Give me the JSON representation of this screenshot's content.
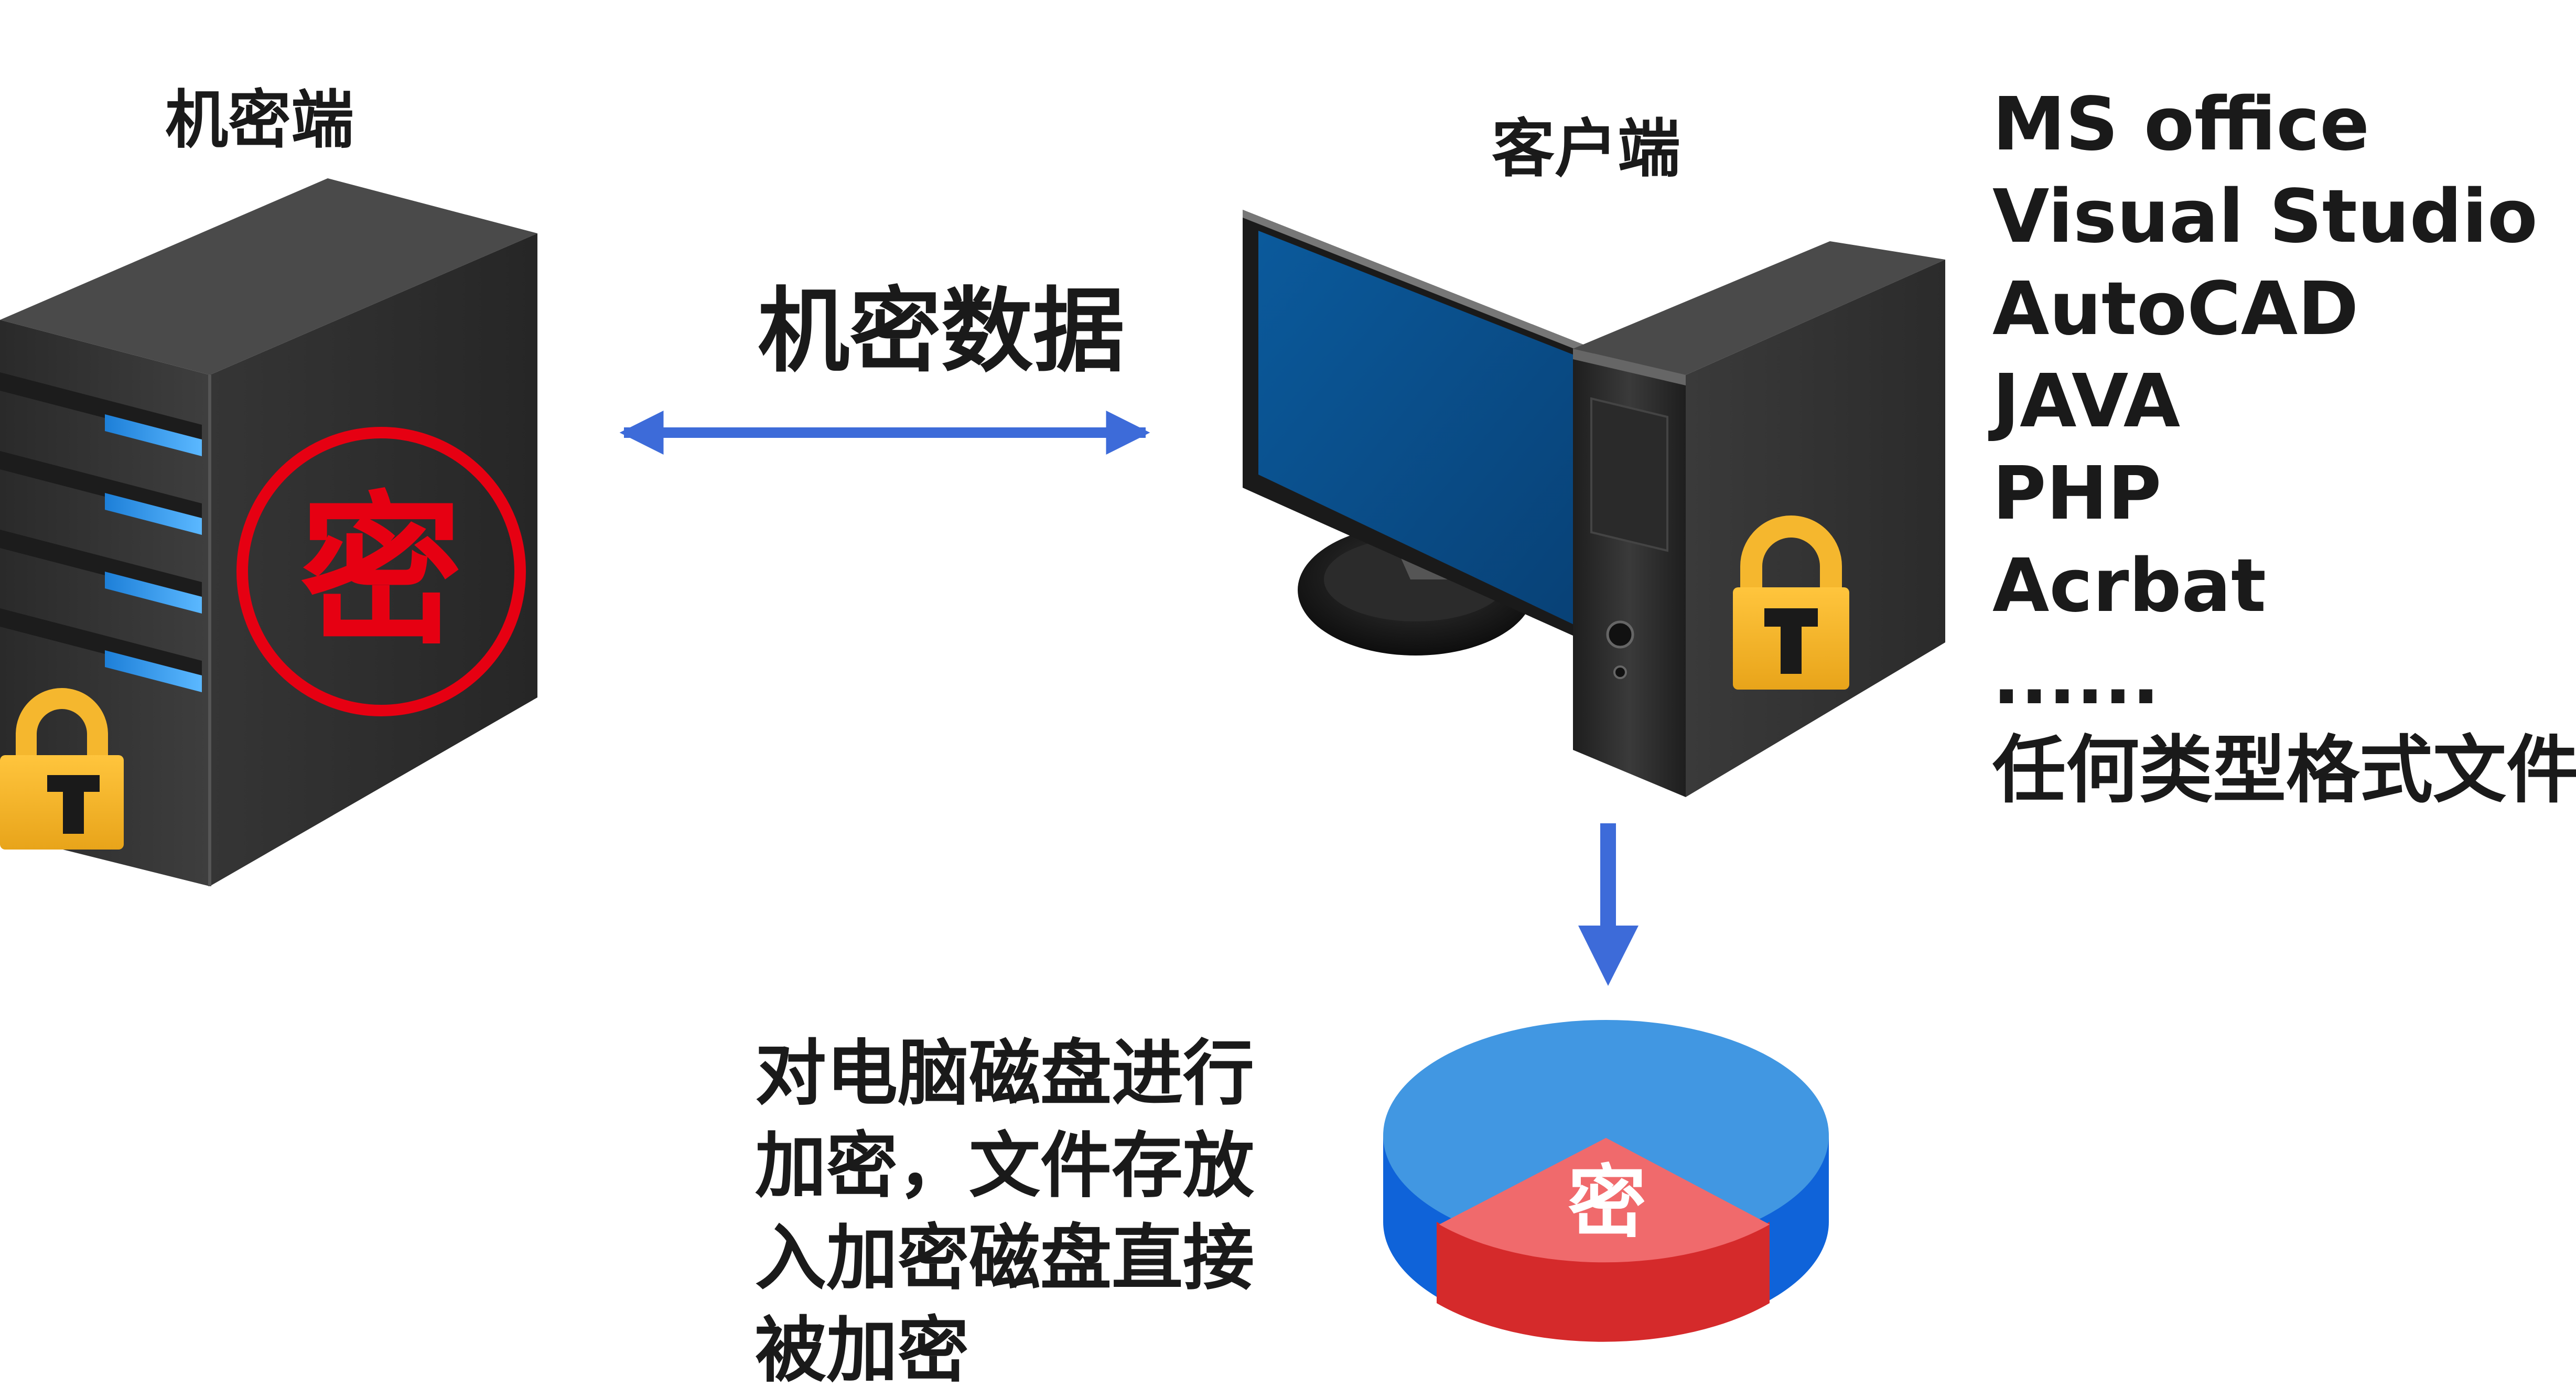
{
  "server": {
    "title": "机密端",
    "badge_char": "密"
  },
  "client": {
    "title": "客户端"
  },
  "link": {
    "label": "机密数据"
  },
  "apps": [
    "MS office",
    "Visual Studio",
    "AutoCAD",
    "JAVA",
    "PHP",
    "Acrbat",
    "......",
    "任何类型格式文件"
  ],
  "disk": {
    "badge_char": "密",
    "note_lines": [
      "对电脑磁盘进行",
      "加密，文件存放",
      "入加密磁盘直接",
      "被加密"
    ]
  },
  "colors": {
    "arrow": "#3d6bd9",
    "stamp": "#e60012",
    "lock": "#f5b72e",
    "monitor_screen": "#0a4f8a",
    "disk_blue": "#4197e2",
    "disk_red": "#d5292b"
  }
}
